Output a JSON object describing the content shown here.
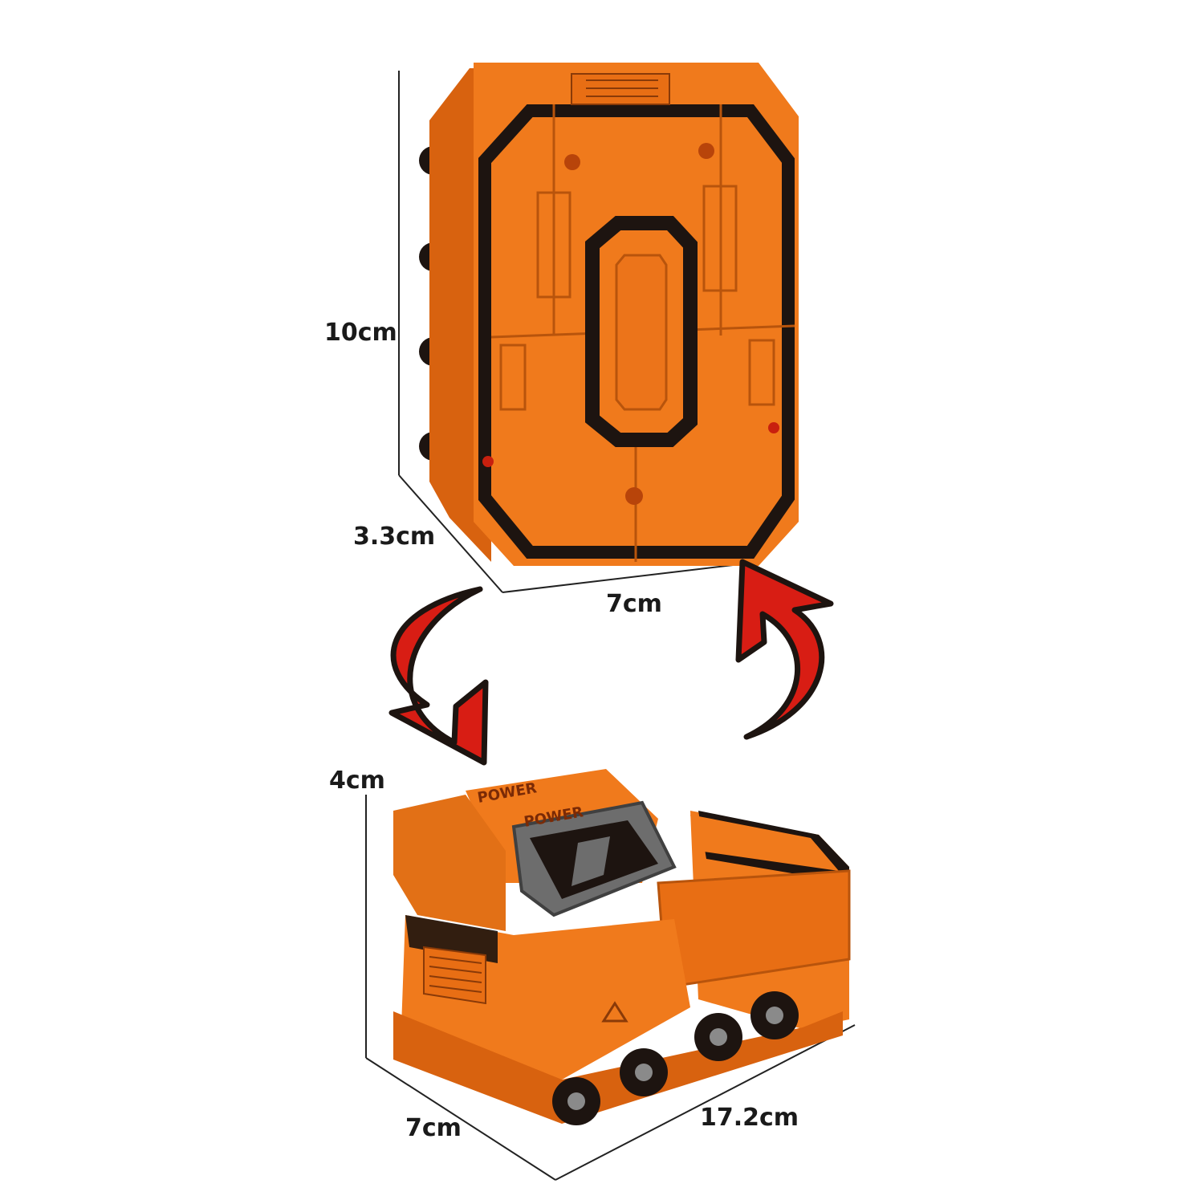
{
  "top_toy": {
    "dimensions": {
      "height": "10cm",
      "depth": "3.3cm",
      "width": "7cm"
    }
  },
  "bottom_toy": {
    "dimensions": {
      "height": "4cm",
      "depth": "7cm",
      "length": "17.2cm"
    },
    "cab_text_1": "POWER",
    "cab_text_2": "POWER"
  },
  "colors": {
    "toy_orange": "#f07a1c",
    "toy_orange_dark": "#c85e0c",
    "toy_black": "#1d1410",
    "arrow_red": "#d81d14",
    "window_gray": "#6d6d6d"
  }
}
